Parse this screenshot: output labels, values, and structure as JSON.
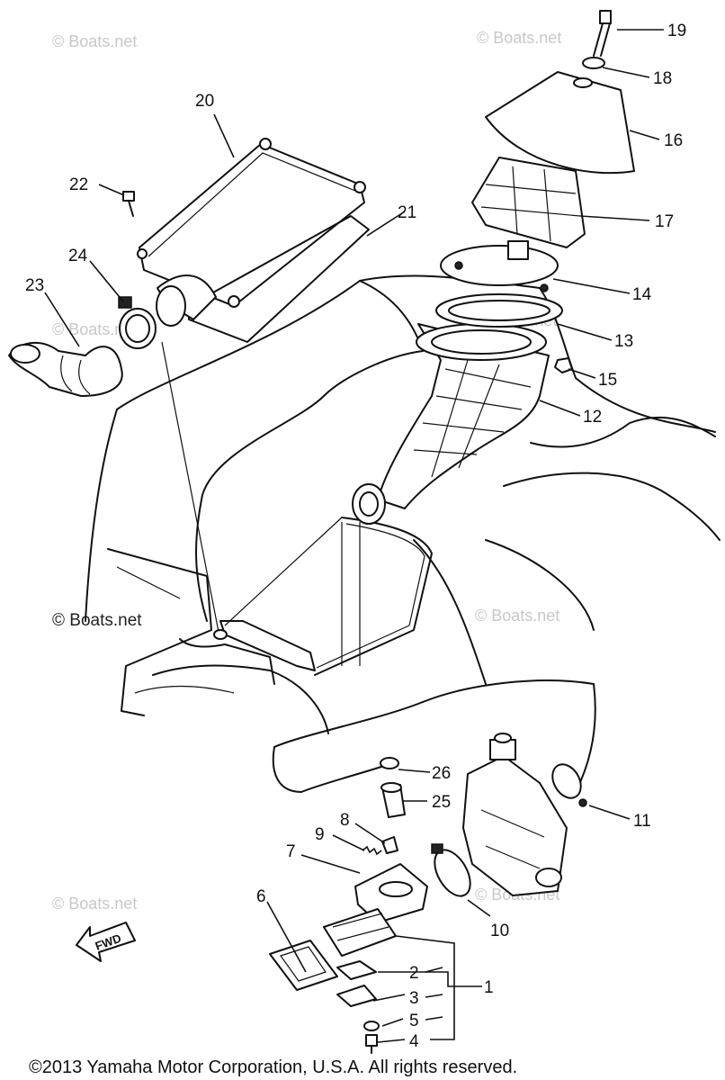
{
  "copyright": "©2013 Yamaha Motor Corporation, U.S.A. All rights reserved.",
  "watermark": "© Boats.net",
  "direction_label": "FWD",
  "callouts": [
    "1",
    "2",
    "3",
    "4",
    "5",
    "6",
    "7",
    "8",
    "9",
    "10",
    "11",
    "12",
    "13",
    "14",
    "15",
    "16",
    "17",
    "18",
    "19",
    "20",
    "21",
    "22",
    "23",
    "24",
    "25",
    "26"
  ]
}
